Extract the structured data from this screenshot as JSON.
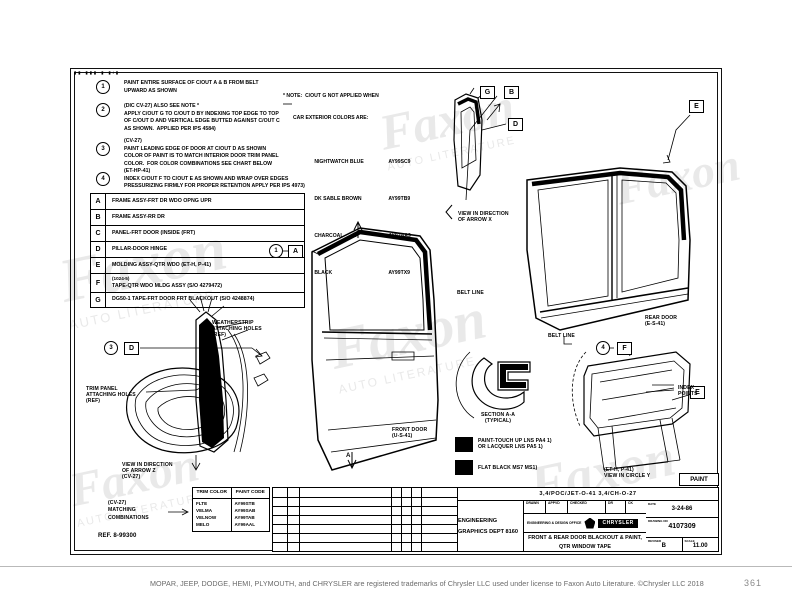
{
  "document": {
    "title": "FRONT & REAR DOOR BLACKOUT & PAINT, QTR WINDOW TAPE",
    "page_number": "361",
    "footer": "MOPAR, JEEP, DODGE, HEMI, PLYMOUTH, and CHRYSLER are registered trademarks of Chrysler LLC used under license to Faxon Auto Literature. ©Chrysler LLC 2018"
  },
  "watermarks": {
    "brand": "Faxon",
    "sub": "AUTO LITERATURE"
  },
  "notes": [
    {
      "number": "1",
      "text": "PAINT ENTIRE SURFACE OF C/OUT A & B FROM BELT\nUPWARD AS SHOWN"
    },
    {
      "number": "2",
      "text": "(DIC CV-27) ALSO SEE NOTE *\nAPPLY C/OUT G TO C/OUT D BY INDEXING TOP EDGE TO TOP\nOF C/OUT D AND VERTICAL EDGE BUTTED AGAINST C/OUT C\nAS SHOWN.  APPLIED PER IPS 4584)"
    },
    {
      "number": "3",
      "text": "(CV-27)\nPAINT LEADING EDGE OF DOOR AT C/OUT D AS SHOWN\nCOLOR OF PAINT IS TO MATCH INTERIOR DOOR TRIM PANEL\nCOLOR.  FOR COLOR COMBINATIONS SEE CHART BELOW"
    },
    {
      "number": "4",
      "text": "(ET-HP-41)\nINDEX C/OUT F TO C/OUT E AS SHOWN AND WRAP OVER EDGES\nPRESSURIZING FIRMLY FOR PROPER RETENTION APPLY PER IPS 4973)"
    }
  ],
  "star_note": {
    "heading": "* NOTE:  C/OUT G NOT APPLIED WHEN",
    "subheading": "CAR EXTERIOR COLORS ARE:",
    "colors": [
      {
        "name": "NIGHTWATCH BLUE",
        "code": "AY99SC9"
      },
      {
        "name": "DK SABLE BROWN",
        "code": "AY99TB9"
      },
      {
        "name": "CHARCOAL",
        "code": "AY92AA9"
      },
      {
        "name": "BLACK",
        "code": "AY99TX9"
      }
    ]
  },
  "legend": [
    {
      "key": "A",
      "desc": "FRAME ASSY-FRT DR WDO OPNG UPR",
      "sub": ""
    },
    {
      "key": "B",
      "desc": "FRAME ASSY-RR DR",
      "sub": ""
    },
    {
      "key": "C",
      "desc": "PANEL-FRT DOOR (INSIDE (FRT)",
      "sub": ""
    },
    {
      "key": "D",
      "desc": "PILLAR-DOOR HINGE",
      "sub": ""
    },
    {
      "key": "E",
      "desc": "MOLDING ASSY-QTR WDO (ET-H, P-41)",
      "sub": ""
    },
    {
      "key": "F",
      "desc": "TAPE-QTR WDO MLDG ASSY (S/O 4279472)",
      "sub": "(1024-5)"
    },
    {
      "key": "G",
      "desc": "DG50-1 TAPE-FRT DOOR FRT BLACKOUT (S/O 4248874)",
      "sub": ""
    }
  ],
  "drawing_labels": {
    "view_arrow_x": "VIEW IN DIRECTION\nOF ARROW X",
    "view_arrow_z": "VIEW IN DIRECTION\nOF ARROW Z\n(CV-27)",
    "view_circle_y": "(ET-H, P-41)\nVIEW IN CIRCLE Y",
    "belt_line_1": "BELT LINE",
    "belt_line_2": "BELT LINE",
    "front_door": "FRONT DOOR\n(U-S-41)",
    "rear_door": "REAR DOOR\n(E-S-41)",
    "section_aa": "SECTION A-A\n(TYPICAL)",
    "index_points": "INDEX\nPOINTS",
    "weatherstrip_holes": "WEATHERSTRIP\nATTACHING HOLES\n(REF)",
    "trim_panel_holes": "TRIM PANEL\nATTACHING HOLES\n(REF)",
    "section_arrow_a_top": "A",
    "section_arrow_a_bottom": "A"
  },
  "section_key": {
    "paint_touchup": "PAINT-TOUCH UP LNS PA4 1)\nOR LACQUER LNS PA5 1)",
    "flat_black": "FLAT BLACK MS7 MS1)"
  },
  "color_chart": {
    "caption": "(CV-27)\nMATCHING\nCOMBINATIONS",
    "reference": "REF. 8-99300",
    "headers": [
      "TRIM\nCOLOR",
      "PAINT\nCODE"
    ],
    "trim_colors": "FLTE\nVELMA\nVELNOW\nMELO",
    "paint_codes": "AY99STB\nAY99SAB\nAY99TAB\nAY99AAL"
  },
  "title_block": {
    "paint_tab": "PAINT",
    "spec_line": "3,4/POC/JET-O-41   3,4/CH-O-27",
    "department": "ENGINEERING\nGRAPHICS\nDEPT 8160",
    "title": "FRONT & REAR DOOR BLACKOUT\n& PAINT, QTR WINDOW TAPE",
    "date": "3-24-86",
    "drawing_number": "4107309",
    "rev_label": "REVISED",
    "rev_value": "B",
    "scale_label": "SCALE",
    "scale_value": "11.00",
    "brand_line": "ENGINEERING & DESIGN OFFICE",
    "brand_name": "CHRYSLER",
    "sig_headers": [
      "DRAWN",
      "APPVD",
      "CHECKED",
      "MATERIAL",
      "DR",
      "CK",
      "APP"
    ],
    "date_label": "DATE",
    "dwg_label": "DRAWING NO"
  },
  "revision_table": {
    "rows": [
      {
        "zone": "",
        "rev": "",
        "desc": "",
        "date": "",
        "by": ""
      },
      {
        "zone": "",
        "rev": "",
        "desc": "",
        "date": "",
        "by": ""
      },
      {
        "zone": "",
        "rev": "",
        "desc": "",
        "date": "",
        "by": ""
      },
      {
        "zone": "",
        "rev": "",
        "desc": "",
        "date": "",
        "by": ""
      },
      {
        "zone": "",
        "rev": "",
        "desc": "",
        "date": "",
        "by": ""
      },
      {
        "zone": "",
        "rev": "",
        "desc": "",
        "date": "",
        "by": ""
      }
    ]
  },
  "balloons": {
    "n1": "1",
    "n2": "2",
    "n3": "3",
    "n4": "4",
    "a": "A",
    "b": "B",
    "c": "C",
    "d": "D",
    "e": "E",
    "f": "F",
    "g": "G"
  }
}
